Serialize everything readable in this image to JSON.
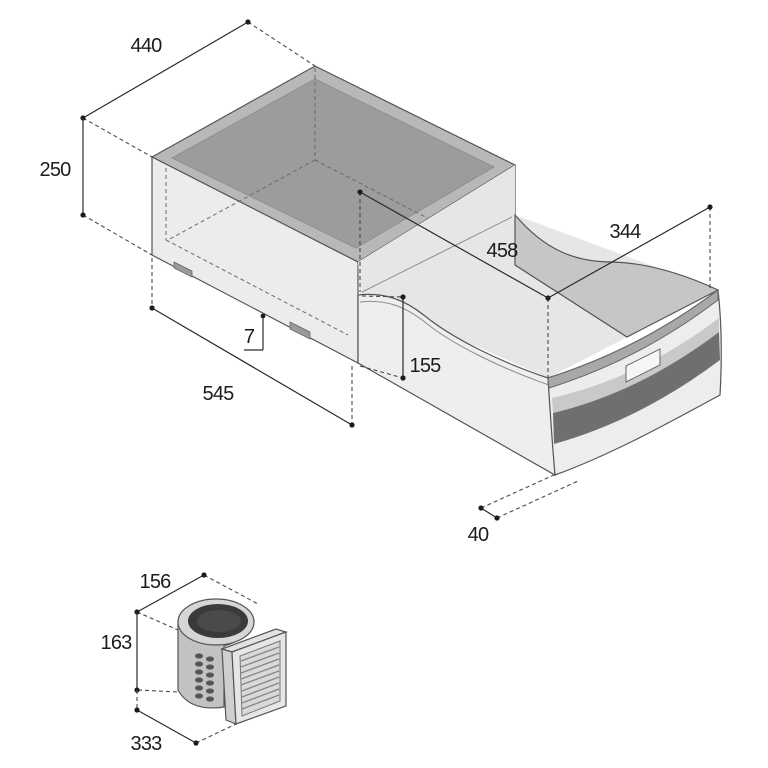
{
  "labels": {
    "cabinet_width": "440",
    "cabinet_height": "250",
    "cabinet_depth": "545",
    "foot_offset": "7",
    "drawer_depth": "458",
    "drawer_width": "344",
    "drawer_height": "155",
    "front_depth": "40",
    "unit_width": "156",
    "unit_height": "163",
    "unit_depth": "333"
  }
}
